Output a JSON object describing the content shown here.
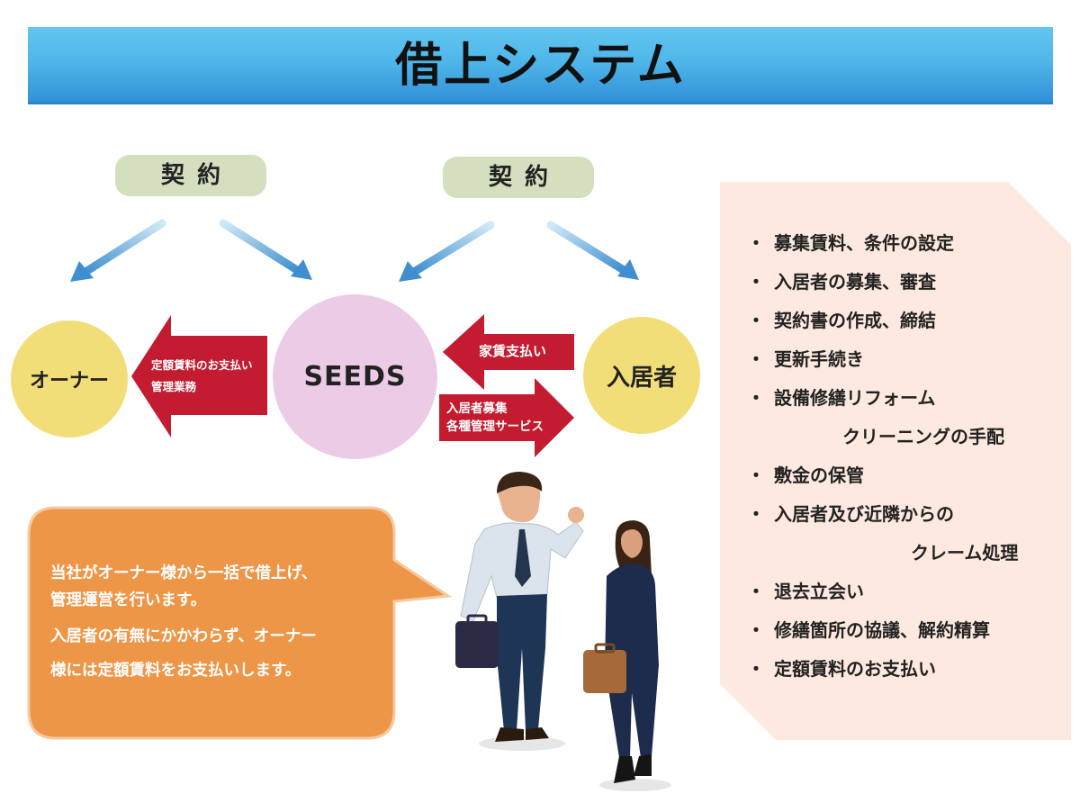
{
  "title": "借上システム",
  "contracts": {
    "left": "契約",
    "right": "契約"
  },
  "nodes": {
    "owner": "オーナー",
    "seeds": "SEEDS",
    "tenant": "入居者"
  },
  "arrows": {
    "seeds_to_owner": [
      "定額賃料のお支払い",
      "管理業務"
    ],
    "tenant_to_seeds": "家賃支払い",
    "seeds_to_tenant": [
      "入居者募集",
      "各種管理サービス"
    ]
  },
  "description": [
    "当社がオーナー様から一括で借上げ、",
    "管理運営を行います。",
    "入居者の有無にかかわらず、オーナー",
    "様には定額賃料をお支払いします。"
  ],
  "services": [
    "募集賃料、条件の設定",
    "入居者の募集、審査",
    "契約書の作成、締結",
    "更新手続き",
    "設備修繕リフォーム",
    "クリーニングの手配",
    "敷金の保管",
    "入居者及び近隣からの",
    "クレーム処理",
    "退去立会い",
    "修繕箇所の協議、解約精算",
    "定額賃料のお支払い"
  ],
  "colors": {
    "banner": "#4fb6ea",
    "pill": "#d3dfbf",
    "owner_tenant": "#f2de79",
    "seeds": "#ebcbe5",
    "red_arrow": "#c31b2f",
    "bubble": "#ee9647",
    "panel": "#fde9df"
  }
}
